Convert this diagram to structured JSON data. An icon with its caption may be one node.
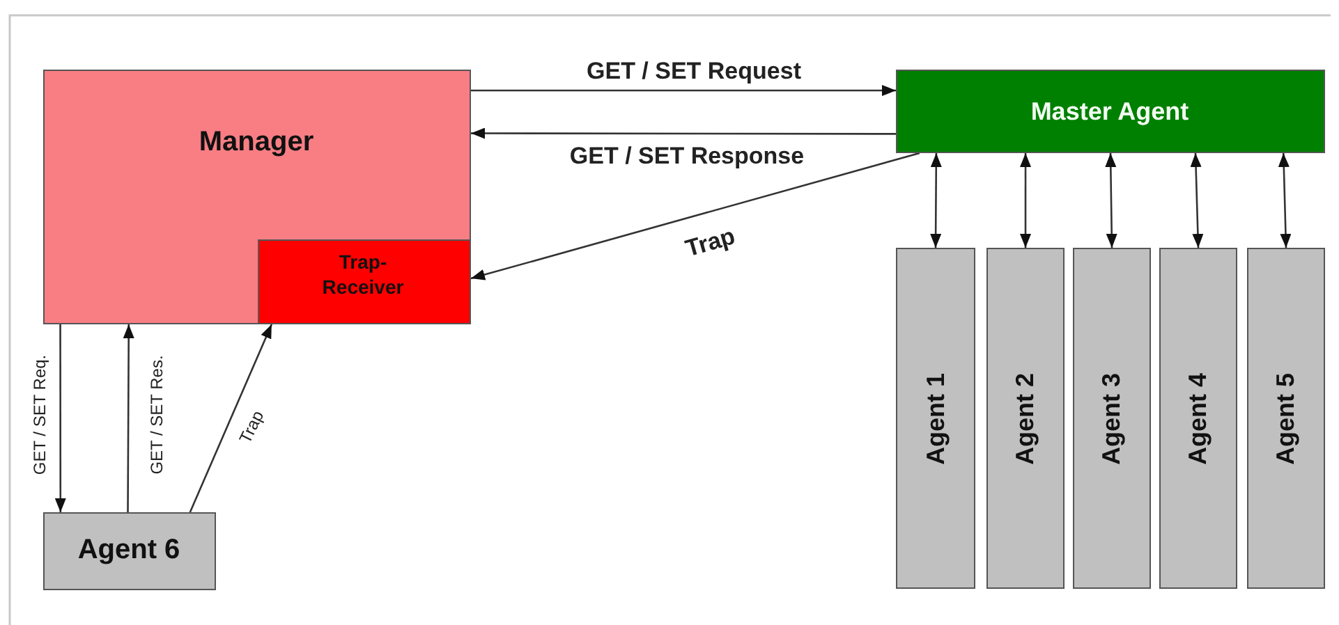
{
  "diagram": {
    "nodes": [
      {
        "text": [
          "Manager"
        ]
      },
      {
        "text": [
          "Trap-Receiver"
        ],
        "in": 0
      },
      {
        "text": [
          "Master Agent"
        ]
      },
      {
        "text": [
          "Agent 1"
        ]
      },
      {
        "text": [
          "Agent 2"
        ]
      },
      {
        "text": [
          "Agent 3"
        ]
      },
      {
        "text": [
          "Agent 4"
        ]
      },
      {
        "text": [
          "Agent 5"
        ]
      },
      {
        "text": [
          "Agent 6"
        ]
      }
    ],
    "edges": [
      {
        "from": 0,
        "to": 2,
        "arrow": "to",
        "label": "GET / SET Request"
      },
      {
        "from": 2,
        "to": 0,
        "arrow": "to",
        "label": "GET / SET Response"
      },
      {
        "from": 2,
        "to": 1,
        "arrow": "to",
        "label": "Trap"
      },
      {
        "from": 2,
        "to": 3,
        "arrow": "both"
      },
      {
        "from": 2,
        "to": 4,
        "arrow": "both"
      },
      {
        "from": 2,
        "to": 5,
        "arrow": "both"
      },
      {
        "from": 2,
        "to": 6,
        "arrow": "both"
      },
      {
        "from": 2,
        "to": 7,
        "arrow": "both"
      },
      {
        "from": 0,
        "to": 8,
        "arrow": "to",
        "label": "GET / SET Req."
      },
      {
        "from": 8,
        "to": 0,
        "arrow": "to",
        "label": "GET / SET Res."
      },
      {
        "from": 8,
        "to": 1,
        "arrow": "to",
        "label": "Trap"
      }
    ]
  }
}
